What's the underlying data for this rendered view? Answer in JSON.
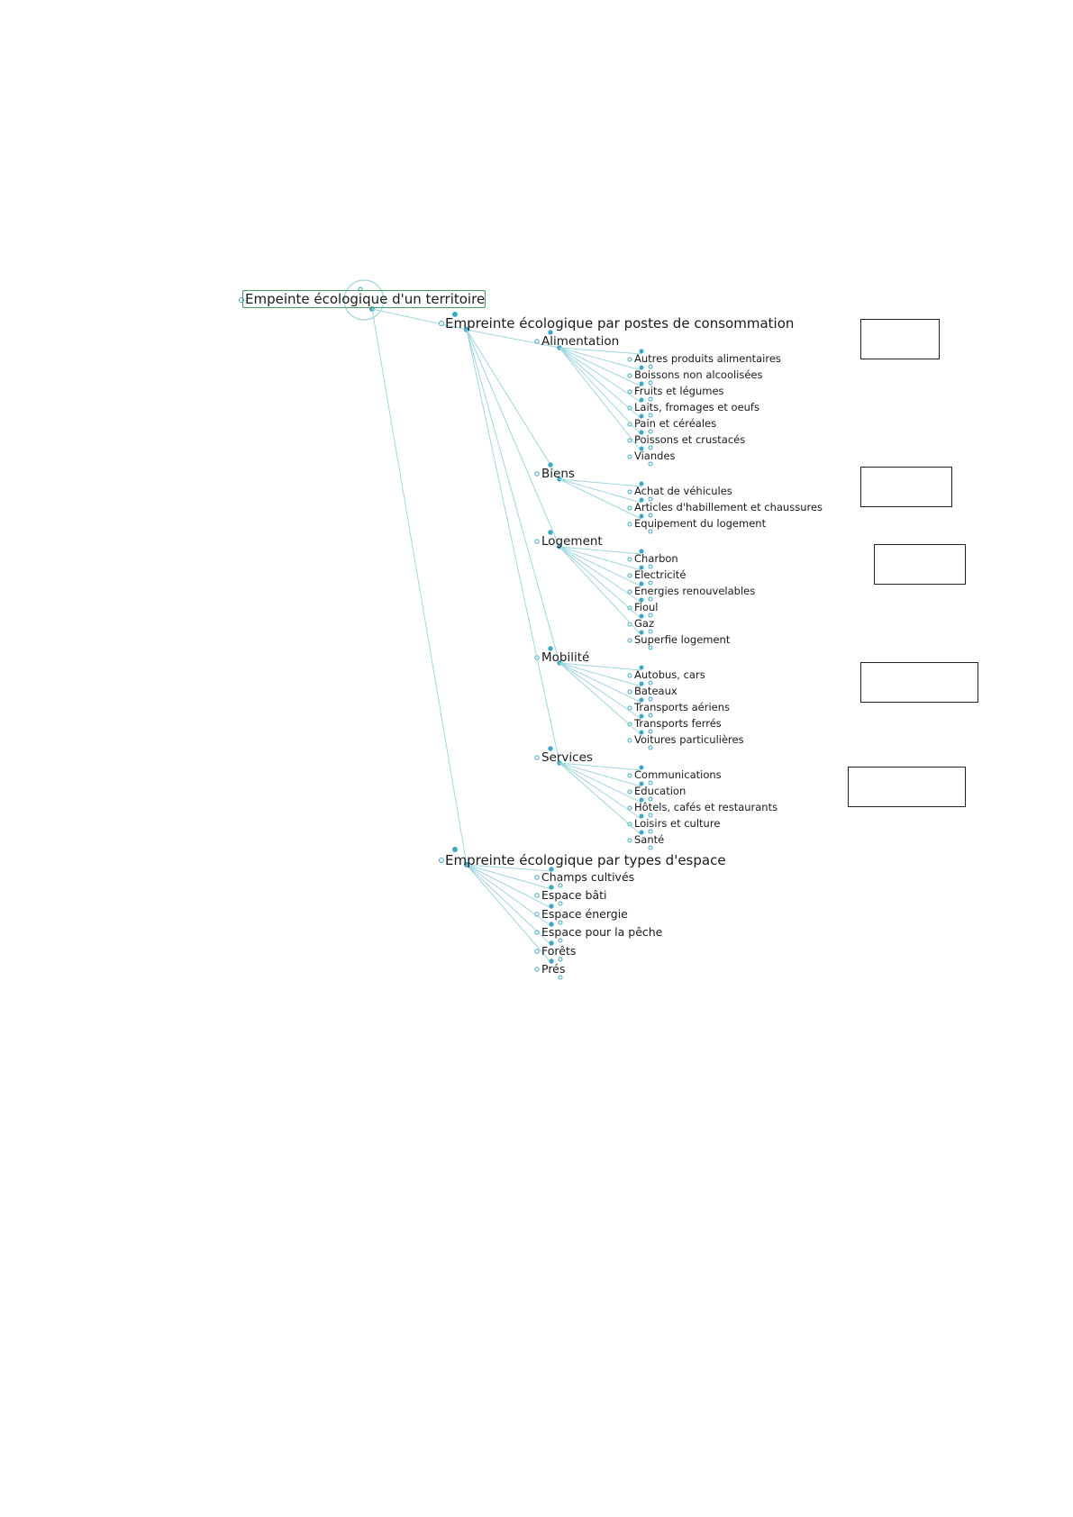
{
  "diagram": {
    "root": "Empeinte écologique d'un territoire",
    "branches": [
      {
        "label": "Empreinte écologique par postes de consommation",
        "groups": [
          {
            "label": "Alimentation",
            "items": [
              "Autres produits alimentaires",
              "Boissons non alcoolisées",
              "Fruits et légumes",
              "Laits, fromages et oeufs",
              "Pain et céréales",
              "Poissons et crustacés",
              "Viandes"
            ]
          },
          {
            "label": "Biens",
            "items": [
              "Achat de véhicules",
              "Articles d'habillement et chaussures",
              "Equipement du logement"
            ]
          },
          {
            "label": "Logement",
            "items": [
              "Charbon",
              "Electricité",
              "Energies renouvelables",
              "Fioul",
              "Gaz",
              "Superfie logement"
            ]
          },
          {
            "label": "Mobilité",
            "items": [
              "Autobus, cars",
              "Bateaux",
              "Transports aériens",
              "Transports ferrés",
              "Voitures particulières"
            ]
          },
          {
            "label": "Services",
            "items": [
              "Communications",
              "Education",
              "Hôtels, cafés et restaurants",
              "Loisirs et culture",
              "Santé"
            ]
          }
        ]
      },
      {
        "label": "Empreinte écologique par types d'espace",
        "items": [
          "Champs cultivés",
          "Espace bâti",
          "Espace énergie",
          "Espace pour la pêche",
          "Forêts",
          "Prés"
        ]
      }
    ]
  },
  "colors": {
    "link": "#9fd6df",
    "node": "#3aa9c4",
    "root_border": "#4d9e62",
    "box_border": "#222222"
  }
}
